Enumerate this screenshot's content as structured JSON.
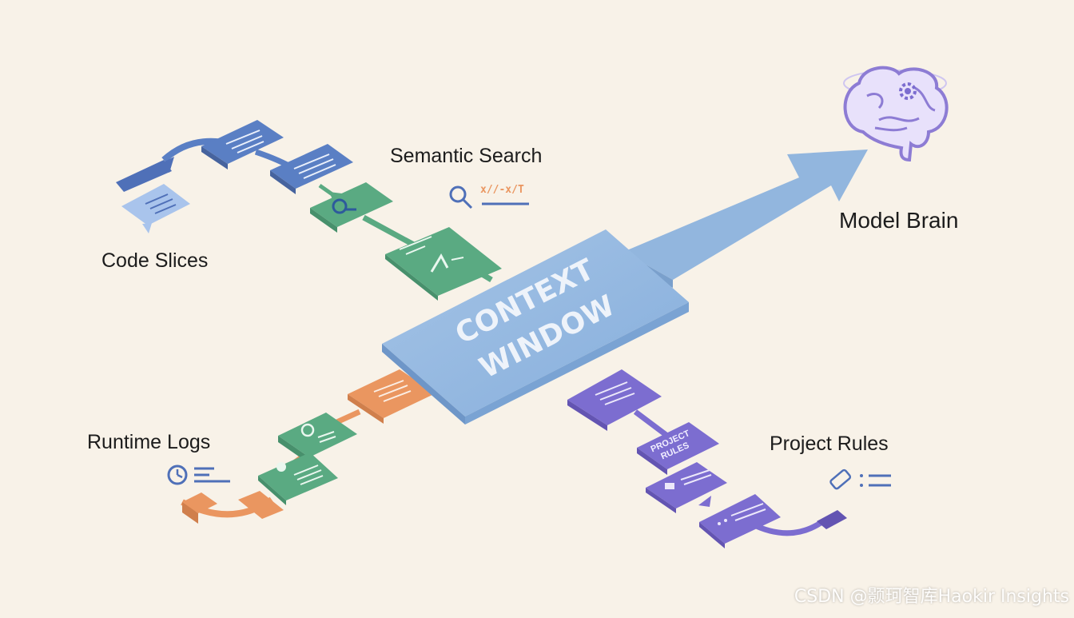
{
  "diagram": {
    "center_title": [
      "CONTEXT",
      "WINDOW"
    ],
    "sources": [
      {
        "id": "code",
        "label": "Code Slices"
      },
      {
        "id": "semantic",
        "label": "Semantic Search",
        "icon_text": "x//-x/T"
      },
      {
        "id": "runtime",
        "label": "Runtime Logs"
      },
      {
        "id": "rules",
        "label": "Project Rules",
        "card_text": [
          "PROJECT",
          "RULES"
        ]
      }
    ],
    "target": {
      "label": "Model Brain"
    }
  },
  "watermark": "CSDN @颢珂智库Haokir Insights",
  "colors": {
    "background": "#f8f2e8",
    "code": "#5a7fc4",
    "semantic": "#5aaa82",
    "runtime": "#ea9660",
    "rules": "#7c6dd0",
    "context": "#8fb3de",
    "brain": "#9a8ad8"
  },
  "icons": [
    "search-icon",
    "clock-icon",
    "brain-icon",
    "gear-icon",
    "scroll-icon",
    "document-icon"
  ]
}
